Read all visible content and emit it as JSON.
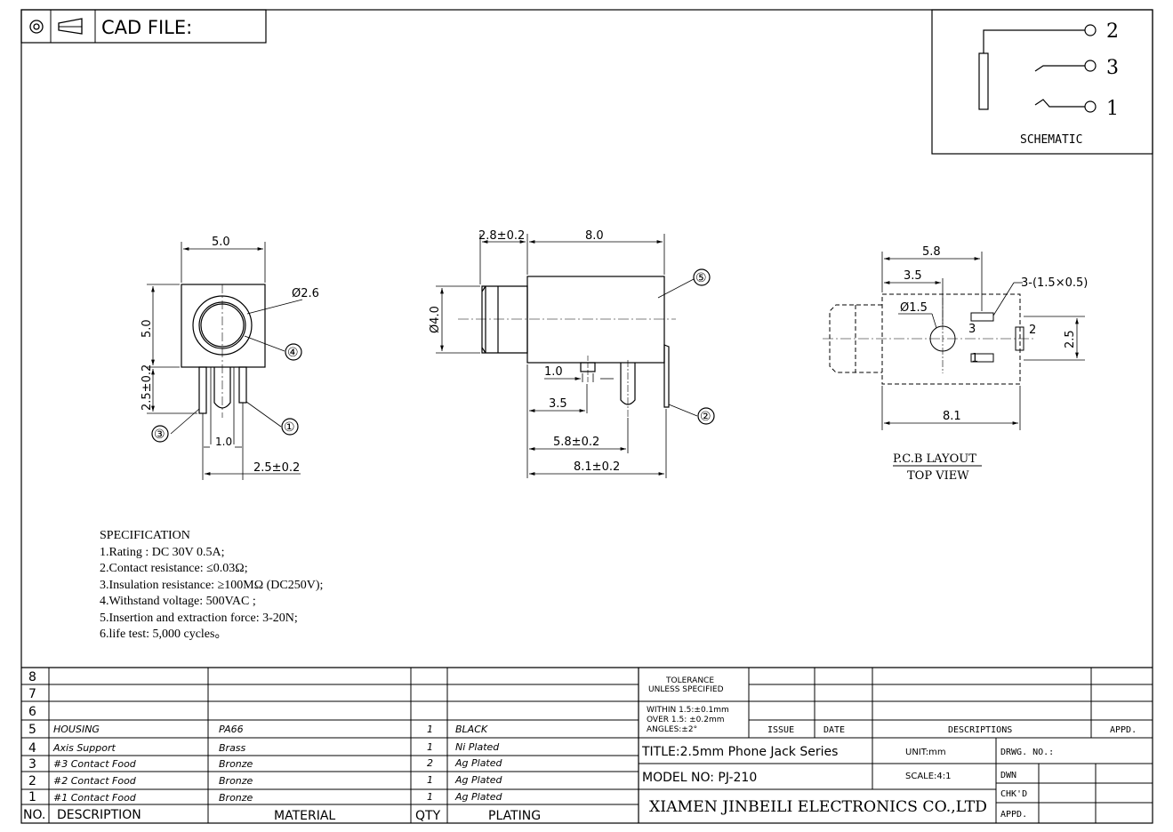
{
  "header": {
    "cad_label": "CAD FILE:"
  },
  "schematic": {
    "pins": [
      "2",
      "3",
      "1"
    ],
    "label": "SCHEMATIC"
  },
  "front_view": {
    "width": "5.0",
    "height": "5.0",
    "hole_dia": "Ø2.6",
    "pin_len": "2.5±0.2",
    "pin_pitch": "1.0",
    "pin_span": "2.5±0.2",
    "callouts": [
      "④",
      "①",
      "③"
    ]
  },
  "side_view": {
    "dim_2_8": "2.8±0.2",
    "dim_8_0": "8.0",
    "dia_4_0": "Ø4.0",
    "dim_1_0": "1.0",
    "dim_3_5": "3.5",
    "dim_5_8": "5.8±0.2",
    "dim_8_1": "8.1±0.2",
    "callouts": [
      "⑤",
      "②"
    ]
  },
  "pcb": {
    "dim_5_8": "5.8",
    "dim_3_5": "3.5",
    "slots": "3-(1.5×0.5)",
    "hole": "Ø1.5",
    "dim_2_5": "2.5",
    "dim_8_1": "8.1",
    "pin_labels": [
      "3",
      "2",
      "1"
    ],
    "title": "P.C.B LAYOUT",
    "subtitle": "TOP VIEW"
  },
  "specification": {
    "title": "SPECIFICATION",
    "lines": [
      "1.Rating : DC 30V 0.5A;",
      "2.Contact resistance: ≤0.03Ω;",
      "3.Insulation resistance: ≥100MΩ (DC250V);",
      "4.Withstand voltage: 500VAC ;",
      "5.Insertion and extraction force: 3-20N;",
      "6.life test: 5,000 cycles。"
    ]
  },
  "bom": {
    "headers": {
      "no": "NO.",
      "desc": "DESCRIPTION",
      "material": "MATERIAL",
      "qty": "QTY",
      "plating": "PLATING"
    },
    "rows": [
      {
        "no": "8",
        "desc": "",
        "material": "",
        "qty": "",
        "plating": ""
      },
      {
        "no": "7",
        "desc": "",
        "material": "",
        "qty": "",
        "plating": ""
      },
      {
        "no": "6",
        "desc": "",
        "material": "",
        "qty": "",
        "plating": ""
      },
      {
        "no": "5",
        "desc": "HOUSING",
        "material": "PA66",
        "qty": "1",
        "plating": "BLACK"
      },
      {
        "no": "4",
        "desc": "Axis Support",
        "material": "Brass",
        "qty": "1",
        "plating": "Ni Plated"
      },
      {
        "no": "3",
        "desc": "#3 Contact Food",
        "material": "Bronze",
        "qty": "2",
        "plating": "Ag Plated"
      },
      {
        "no": "2",
        "desc": "#2 Contact Food",
        "material": "Bronze",
        "qty": "1",
        "plating": "Ag Plated"
      },
      {
        "no": "1",
        "desc": "#1 Contact Food",
        "material": "Bronze",
        "qty": "1",
        "plating": "Ag Plated"
      }
    ]
  },
  "titleblock": {
    "tolerance": "TOLERANCE",
    "unless": "UNLESS SPECIFIED",
    "within": "WITHIN 1.5:±0.1mm",
    "over": "OVER 1.5:  ±0.2mm",
    "angles": "ANGLES:±2°",
    "issue": "ISSUE",
    "date": "DATE",
    "descriptions": "DESCRIPTIONS",
    "appd": "APPD.",
    "title": "TITLE:2.5mm Phone Jack Series",
    "unit": "UNIT:mm",
    "drwg": "DRWG. NO.:",
    "model": "MODEL NO: PJ-210",
    "scale": "SCALE:4:1",
    "dwn": "DWN",
    "chkd": "CHK'D",
    "appd2": "APPD.",
    "company": "XIAMEN JINBEILI ELECTRONICS CO.,LTD"
  }
}
